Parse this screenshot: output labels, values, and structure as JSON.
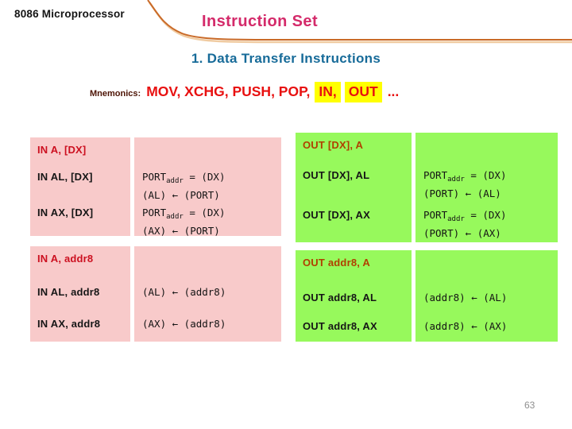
{
  "header": {
    "course": "8086 Microprocessor",
    "title": "Instruction Set"
  },
  "lesson": {
    "heading": "1. Data Transfer Instructions"
  },
  "mnemonics": {
    "label": "Mnemonics:",
    "plain": "MOV, XCHG, PUSH, POP,",
    "highlighted": [
      "IN,",
      "OUT"
    ],
    "suffix": "..."
  },
  "tables": [
    {
      "id": "tbl-in",
      "title": "IN instructions",
      "sections": [
        {
          "rows": [
            {
              "mnemonic": "IN A, [DX]",
              "emphasized": true,
              "operation": []
            },
            {
              "mnemonic": "IN AL, [DX]",
              "emphasized": false,
              "operation": [
                "PORT_{addr} = (DX)",
                "(AL) ← (PORT)"
              ]
            },
            {
              "mnemonic": "IN AX, [DX]",
              "emphasized": false,
              "operation": [
                "PORT_{addr} = (DX)",
                "(AX) ← (PORT)"
              ]
            }
          ]
        },
        {
          "rows": [
            {
              "mnemonic": "IN A, addr8",
              "emphasized": true,
              "operation": []
            },
            {
              "mnemonic": "IN AL, addr8",
              "emphasized": false,
              "operation": [
                "(AL) ← (addr8)"
              ]
            },
            {
              "mnemonic": "IN AX, addr8",
              "emphasized": false,
              "operation": [
                "(AX) ← (addr8)"
              ]
            }
          ]
        }
      ]
    },
    {
      "id": "tbl-out",
      "title": "OUT instructions",
      "sections": [
        {
          "rows": [
            {
              "mnemonic": "OUT [DX], A",
              "emphasized": true,
              "operation": []
            },
            {
              "mnemonic": "OUT [DX], AL",
              "emphasized": false,
              "operation": [
                "PORT_{addr} = (DX)",
                "(PORT) ← (AL)"
              ]
            },
            {
              "mnemonic": "OUT [DX], AX",
              "emphasized": false,
              "operation": [
                "PORT_{addr} = (DX)",
                "(PORT) ← (AX)"
              ]
            }
          ]
        },
        {
          "rows": [
            {
              "mnemonic": "OUT addr8, A",
              "emphasized": true,
              "operation": []
            },
            {
              "mnemonic": "OUT addr8, AL",
              "emphasized": false,
              "operation": [
                "(addr8) ← (AL)"
              ]
            },
            {
              "mnemonic": "OUT addr8, AX",
              "emphasized": false,
              "operation": [
                "(addr8) ← (AX)"
              ]
            }
          ]
        }
      ]
    }
  ],
  "page": {
    "number": "63"
  },
  "colors": {
    "slide_title_pink": "#d42a6a",
    "lesson_heading_teal": "#176b99",
    "mnemonics_red": "#e81010",
    "mnemonics_label_maroon": "#4d1405",
    "highlight_yellow": "#ffff00",
    "in_table_bg_pink": "#f8caca",
    "out_table_bg_green": "#97f95c",
    "in_emphasis_red": "#cc1020",
    "out_emphasis_brown": "#b04000",
    "curve_orange": "#c96a28",
    "page_number_gray": "#8f8f8f"
  }
}
